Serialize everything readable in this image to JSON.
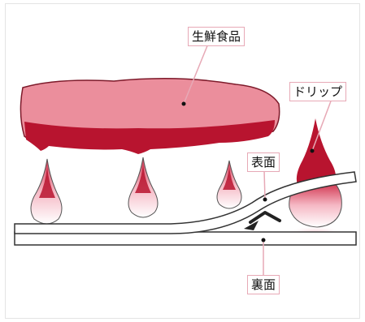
{
  "labels": {
    "raw_food": "生鮮食品",
    "drip": "ドリップ",
    "surface": "表面",
    "back": "裏面"
  },
  "colors": {
    "food_pink": "#eb8e9c",
    "food_dark": "#b8142f",
    "drop_dark": "#b8142f",
    "label_border": "#e7a9b6",
    "sheet_fill": "#ffffff",
    "sheet_stroke": "#333333"
  }
}
